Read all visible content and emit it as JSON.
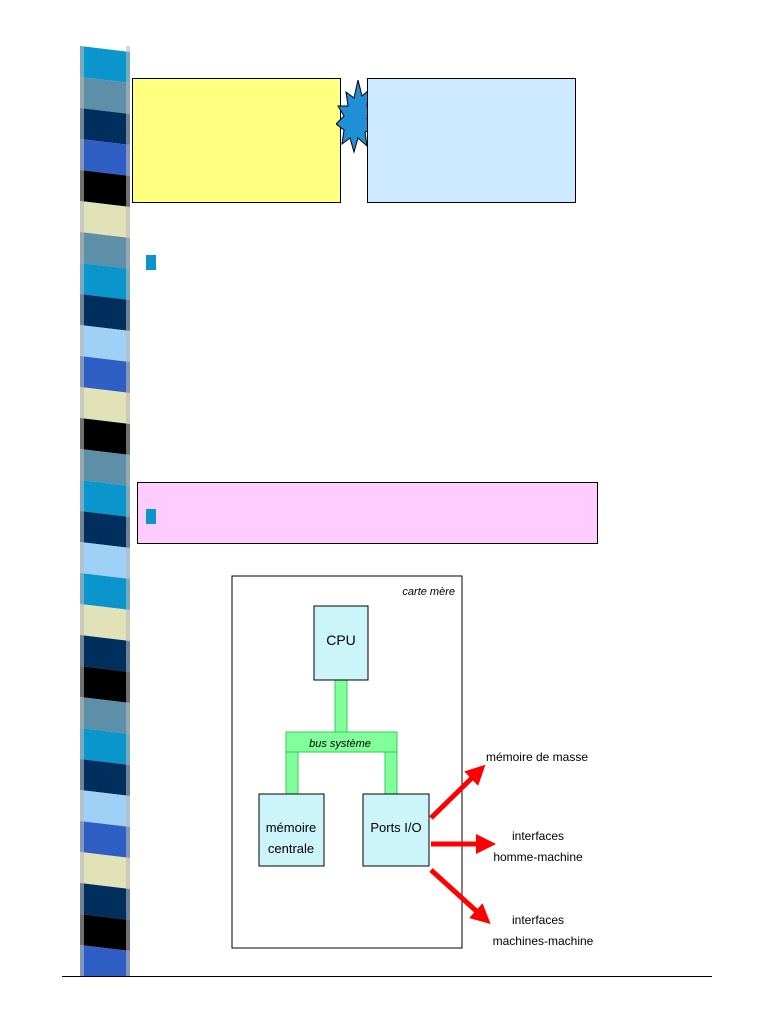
{
  "diagram": {
    "board_label": "carte mère",
    "cpu_label": "CPU",
    "bus_label": "bus système",
    "memory_label_line1": "mémoire",
    "memory_label_line2": "centrale",
    "ports_label": "Ports I/O",
    "mass_memory_label": "mémoire de masse",
    "hmi_label_line1": "interfaces",
    "hmi_label_line2": "homme-machine",
    "mmi_label_line1": "interfaces",
    "mmi_label_line2": "machines-machine"
  },
  "colors": {
    "yellow_box": "#ffff80",
    "blue_box": "#cce9ff",
    "pink_box": "#ffccff",
    "bullet": "#0a95cd",
    "component_fill": "#ccf5fa",
    "bus_fill": "#80ff9a",
    "arrow": "#ff0000",
    "burst": "#1f8fd6"
  },
  "icons": {
    "bullet": "square-bullet-icon",
    "burst": "explosion-burst-icon"
  }
}
